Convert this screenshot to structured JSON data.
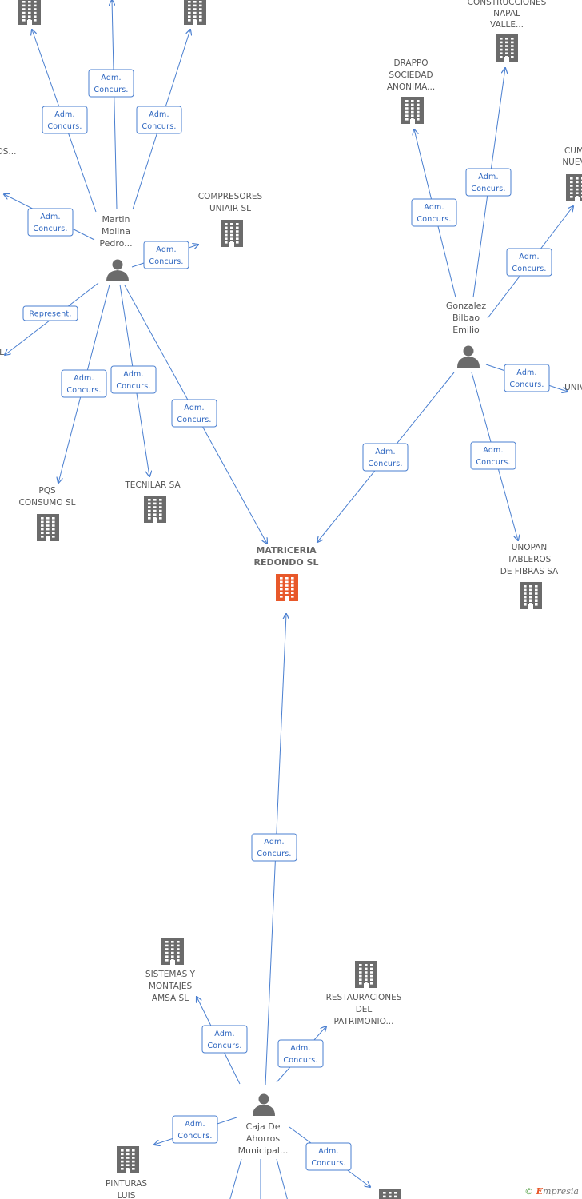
{
  "nodes": [
    {
      "id": "t1",
      "kind": "company",
      "lines": []
    },
    {
      "id": "t2",
      "kind": "company",
      "lines": []
    },
    {
      "id": "napal",
      "kind": "company",
      "lines": [
        "CONSTRUCCIONES",
        "NAPAL",
        "VALLE..."
      ]
    },
    {
      "id": "drappo",
      "kind": "company",
      "lines": [
        "DRAPPO",
        "SOCIEDAD",
        "ANONIMA..."
      ]
    },
    {
      "id": "cum",
      "kind": "company",
      "lines": [
        "CUM",
        "NUEV"
      ]
    },
    {
      "id": "os",
      "kind": "company",
      "lines": [
        "OS..."
      ]
    },
    {
      "id": "compresores",
      "kind": "company",
      "lines": [
        "COMPRESORES",
        "UNIAIR SL"
      ]
    },
    {
      "id": "lfrag",
      "kind": "company",
      "lines": [
        "L"
      ]
    },
    {
      "id": "univ",
      "kind": "company",
      "lines": [
        "UNIV"
      ]
    },
    {
      "id": "pqs",
      "kind": "company",
      "lines": [
        "PQS",
        "CONSUMO SL"
      ]
    },
    {
      "id": "tecnilar",
      "kind": "company",
      "lines": [
        "TECNILAR SA"
      ]
    },
    {
      "id": "matriceria",
      "kind": "company",
      "focus": true,
      "lines": [
        "MATRICERIA",
        "REDONDO SL"
      ]
    },
    {
      "id": "unopan",
      "kind": "company",
      "lines": [
        "UNOPAN",
        "TABLEROS",
        "DE FIBRAS SA"
      ]
    },
    {
      "id": "sistemas",
      "kind": "company",
      "lines": [
        "SISTEMAS Y",
        "MONTAJES",
        "AMSA SL"
      ]
    },
    {
      "id": "restauraciones",
      "kind": "company",
      "lines": [
        "RESTAURACIONES",
        "DEL",
        "PATRIMONIO..."
      ]
    },
    {
      "id": "pinturas",
      "kind": "company",
      "lines": [
        "PINTURAS",
        "LUIS"
      ]
    },
    {
      "id": "bottomco",
      "kind": "company",
      "lines": []
    },
    {
      "id": "martin",
      "kind": "person",
      "lines": [
        "Martin",
        "Molina",
        "Pedro..."
      ]
    },
    {
      "id": "gonzalez",
      "kind": "person",
      "lines": [
        "Gonzalez",
        "Bilbao",
        "Emilio"
      ]
    },
    {
      "id": "caja",
      "kind": "person",
      "lines": [
        "Caja De",
        "Ahorros",
        "Municipal..."
      ]
    }
  ],
  "edges": [
    {
      "from": "martin",
      "to": "t1",
      "label": [
        "Adm.",
        "Concurs."
      ]
    },
    {
      "from": "martin",
      "to": "top-center",
      "label": [
        "Adm.",
        "Concurs."
      ]
    },
    {
      "from": "martin",
      "to": "t2",
      "label": [
        "Adm.",
        "Concurs."
      ]
    },
    {
      "from": "martin",
      "to": "os",
      "label": [
        "Adm.",
        "Concurs."
      ]
    },
    {
      "from": "martin",
      "to": "compresores",
      "label": [
        "Adm.",
        "Concurs."
      ]
    },
    {
      "from": "martin",
      "to": "lfrag",
      "label": [
        "Represent."
      ]
    },
    {
      "from": "martin",
      "to": "pqs",
      "label": [
        "Adm.",
        "Concurs."
      ]
    },
    {
      "from": "martin",
      "to": "tecnilar",
      "label": [
        "Adm.",
        "Concurs."
      ]
    },
    {
      "from": "martin",
      "to": "matriceria",
      "label": [
        "Adm.",
        "Concurs."
      ]
    },
    {
      "from": "gonzalez",
      "to": "drappo",
      "label": [
        "Adm.",
        "Concurs."
      ]
    },
    {
      "from": "gonzalez",
      "to": "napal",
      "label": [
        "Adm.",
        "Concurs."
      ]
    },
    {
      "from": "gonzalez",
      "to": "cum",
      "label": [
        "Adm.",
        "Concurs."
      ]
    },
    {
      "from": "gonzalez",
      "to": "univ",
      "label": [
        "Adm.",
        "Concurs."
      ]
    },
    {
      "from": "gonzalez",
      "to": "unopan",
      "label": [
        "Adm.",
        "Concurs."
      ]
    },
    {
      "from": "gonzalez",
      "to": "matriceria",
      "label": [
        "Adm.",
        "Concurs."
      ]
    },
    {
      "from": "caja",
      "to": "matriceria",
      "label": [
        "Adm.",
        "Concurs."
      ]
    },
    {
      "from": "caja",
      "to": "sistemas",
      "label": [
        "Adm.",
        "Concurs."
      ]
    },
    {
      "from": "caja",
      "to": "restauraciones",
      "label": [
        "Adm.",
        "Concurs."
      ]
    },
    {
      "from": "caja",
      "to": "pinturas",
      "label": [
        "Adm.",
        "Concurs."
      ]
    },
    {
      "from": "caja",
      "to": "bottomco",
      "label": [
        "Adm.",
        "Concurs."
      ]
    },
    {
      "from": "caja",
      "to": "off-bottom-1",
      "label": []
    },
    {
      "from": "caja",
      "to": "off-bottom-2",
      "label": []
    },
    {
      "from": "caja",
      "to": "off-bottom-3",
      "label": []
    }
  ],
  "brand": {
    "copyright": "©",
    "name_initial": "E",
    "name_rest": "mpresia"
  },
  "colors": {
    "edge": "#4a7fd0",
    "node": "#6b6b6b",
    "focus": "#e8582a"
  }
}
